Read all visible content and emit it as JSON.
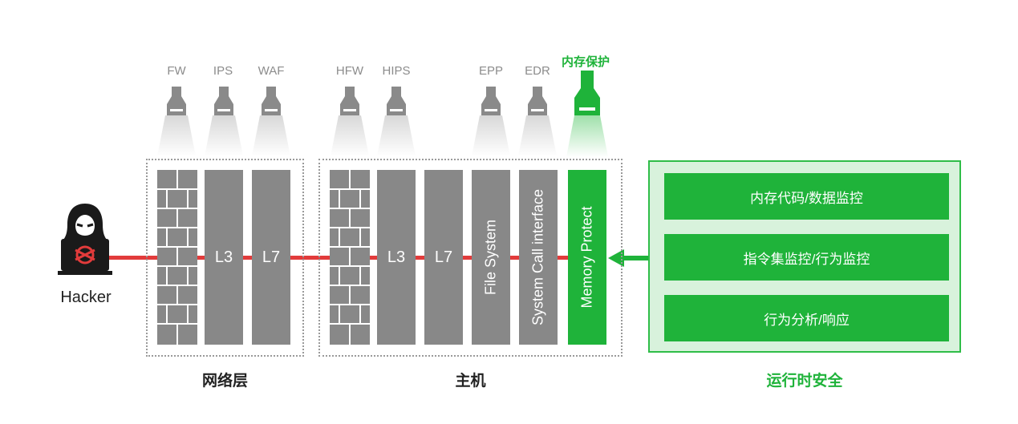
{
  "lamps": [
    {
      "label": "FW"
    },
    {
      "label": "IPS"
    },
    {
      "label": "WAF"
    },
    {
      "label": "HFW"
    },
    {
      "label": "HIPS"
    },
    {
      "label": "EPP"
    },
    {
      "label": "EDR"
    },
    {
      "label": "内存保护"
    }
  ],
  "hacker": {
    "label": "Hacker"
  },
  "network": {
    "l3": "L3",
    "l7": "L7",
    "label": "网络层"
  },
  "host": {
    "l3": "L3",
    "l7": "L7",
    "file_system": "File System",
    "syscall": "System Call interface",
    "memory": "Memory Protect",
    "label": "主机"
  },
  "runtime": {
    "items": [
      "内存代码/数据监控",
      "指令集监控/行为监控",
      "行为分析/响应"
    ],
    "label": "运行时安全"
  },
  "colors": {
    "green": "#1fb33a",
    "gray": "#888888",
    "red": "#e23b3b"
  }
}
